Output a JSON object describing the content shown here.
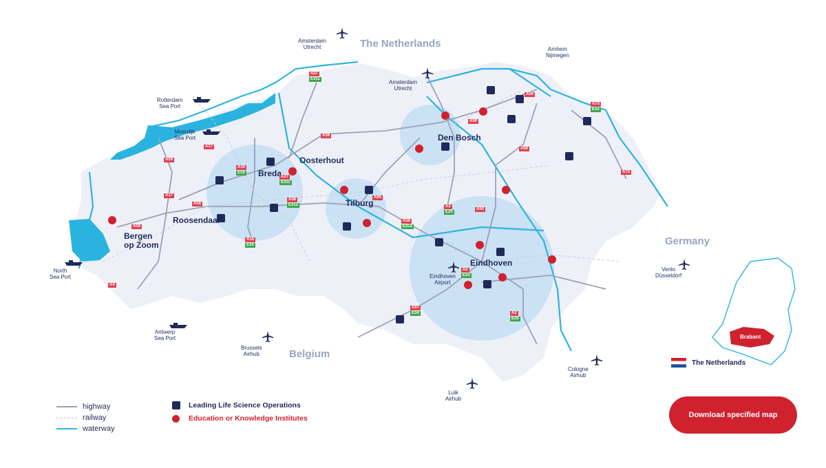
{
  "countries": {
    "netherlands": "The Netherlands",
    "belgium": "Belgium",
    "germany": "Germany"
  },
  "cities": {
    "breda": "Breda",
    "oosterhout": "Oosterhout",
    "tilburg": "Tilburg",
    "den_bosch": "Den Bosch",
    "eindhoven": "Eindhoven",
    "roosendaal": "Roosendaal",
    "bergen_op_zoom": "Bergen\nop Zoom"
  },
  "transport": {
    "amsterdam_utrecht_1": "Amsterdam\nUtrecht",
    "amsterdam_utrecht_2": "Amsterdam\nUtrecht",
    "arnhem_nijmegen": "Arnhem\nNijmegen",
    "rotterdam_sea_port": "Rotterdam\nSea Port",
    "moerdijk_sea_port": "Moerdijk\nSea Port",
    "north_sea_port": "North\nSea Port",
    "antwerp_sea_port": "Antwerp\nSea Port",
    "brussels_airhub": "Brussels\nAirhub",
    "eindhoven_airport": "Eindhoven\nAirport",
    "venlo_dusseldorf": "Venlo\nDüsseldorf",
    "cologne_airhub": "Cologne\nAirhub",
    "luik_airhub": "Luik\nAirhub"
  },
  "roads": {
    "a27_top": "A27",
    "e311_top": "E311",
    "a17_a": "A17",
    "a59_left": "A59",
    "a59_mid": "A59",
    "a59_right": "A59",
    "a16": "A16",
    "e19": "E19",
    "a27_breda": "A27",
    "e311_breda": "E311",
    "a58_breda": "A58",
    "e312_breda": "E312",
    "a65": "A65",
    "a58_tilburg": "A58",
    "e312_tilburg": "E312",
    "a17_b": "A17",
    "a58_left": "A58",
    "a58_roos": "A58",
    "a16_bottom": "A16",
    "e19_bottom": "E19",
    "a4": "A4",
    "a2_top": "A2",
    "e25_top": "E25",
    "a50_mid": "A50",
    "a50_right": "A50",
    "a50_top": "A50",
    "a2_ehv": "A2",
    "e25_ehv": "E25",
    "a67": "A67",
    "e34": "E34",
    "a2_bottom": "A2",
    "e25_bottom": "E25",
    "a73_top": "A73",
    "e31": "E31",
    "a73_right": "A73",
    "a59_top": "A59"
  },
  "legend": {
    "highway": "highway",
    "railway": "railway",
    "waterway": "waterway",
    "operations": "Leading Life Science Operations",
    "institutes": "Education or Knowledge Institutes"
  },
  "inset": {
    "region": "Brabant",
    "country": "The Netherlands"
  },
  "download_label": "Download specified map",
  "colors": {
    "navy": "#1f2a5a",
    "red": "#d0212f",
    "water": "#2bb3e0",
    "highway": "#9aa0b8",
    "region_fill": "#eef0f8",
    "hub_circle": "#bfdcf3"
  },
  "icons": {
    "airport": "plane-icon",
    "seaport": "ship-icon",
    "operation": "navy-square",
    "institute": "red-dot"
  }
}
